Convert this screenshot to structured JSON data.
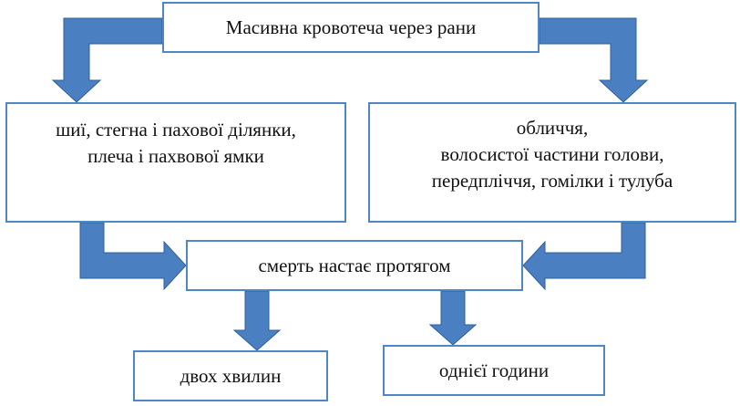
{
  "diagram": {
    "accent_color": "#4f86c6",
    "top_box": {
      "text": "Масивна кровотеча  через рани"
    },
    "left_box": {
      "lines": [
        "шиї, стегна і пахової ділянки,",
        "плеча і пахвової ямки"
      ]
    },
    "right_box": {
      "lines": [
        "обличчя,",
        "волосистої частини голови,",
        "передпліччя, гомілки і тулуба"
      ]
    },
    "middle_box": {
      "text": "смерть настає протягом"
    },
    "bottom_left_box": {
      "text": "двох хвилин"
    },
    "bottom_right_box": {
      "text": "однієї години"
    }
  }
}
